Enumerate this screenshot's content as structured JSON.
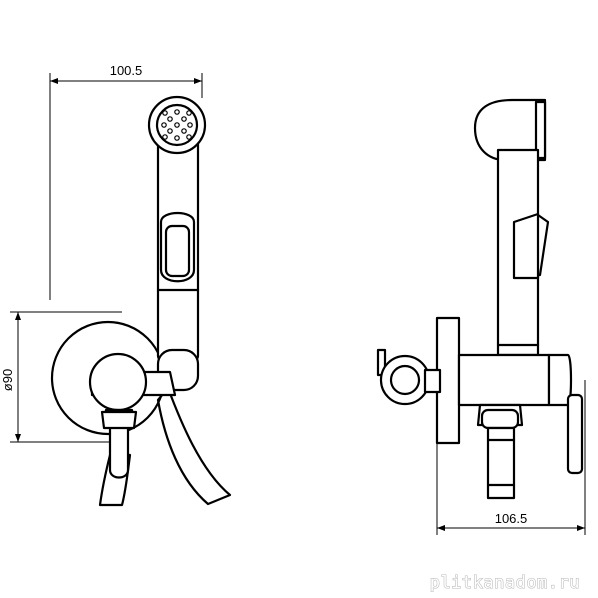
{
  "dimensions": {
    "top_width": "100.5",
    "bottom_width": "106.5",
    "flange_diameter": "ø90"
  },
  "watermark": "plitkanadom.ru"
}
